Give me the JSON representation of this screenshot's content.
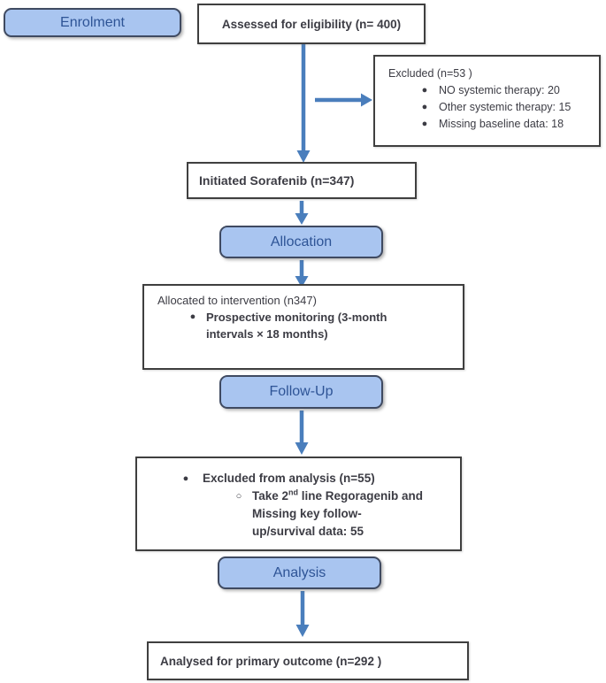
{
  "palette": {
    "stage-fill": "#a9c5f0",
    "stage-border": "#3f4a61",
    "stage-text": "#2e5496",
    "arrow": "#4a7ebc",
    "box-border": "#3f3f3f",
    "text": "#3c3c44"
  },
  "stages": {
    "enrolment": "Enrolment",
    "allocation": "Allocation",
    "follow_up": "Follow-Up",
    "analysis": "Analysis"
  },
  "boxes": {
    "assessed": {
      "text": "Assessed for eligibility (n= 400)"
    },
    "excluded": {
      "title": "Excluded (n=53 )",
      "items": [
        "NO systemic therapy: 20",
        "Other systemic therapy: 15",
        "Missing baseline data: 18"
      ]
    },
    "initiated": {
      "text": "Initiated Sorafenib (n=347)"
    },
    "allocated": {
      "line1": "Allocated to intervention (n347)",
      "bullet": "Prospective monitoring (3-month intervals × 18 months)"
    },
    "excluded_analysis": {
      "title": "Excluded from analysis (n=55)",
      "sub_prefix": "Take 2",
      "sub_sup": "nd",
      "sub_suffix": " line Regoragenib and Missing key follow-up/survival data: 55"
    },
    "analysed": {
      "text": "Analysed for primary outcome (n=292 )"
    }
  },
  "markers": {
    "bullet": "●",
    "circle": "○"
  }
}
